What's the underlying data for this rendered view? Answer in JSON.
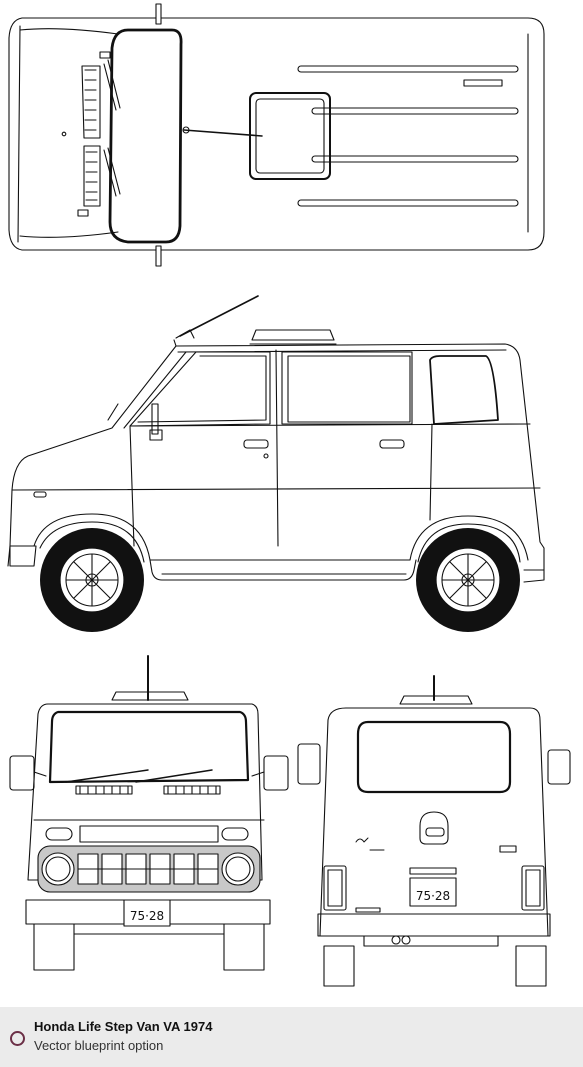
{
  "caption": {
    "title": "Honda Life Step Van VA 1974",
    "subtitle": "Vector blueprint option",
    "icon": "circle-bullet-icon",
    "icon_color": "#6b2f46"
  },
  "plates": {
    "front": "75·28",
    "rear": "75·28"
  },
  "colors": {
    "line": "#111111",
    "grille": "#c8c8c8",
    "caption_bg": "#ebebeb"
  }
}
